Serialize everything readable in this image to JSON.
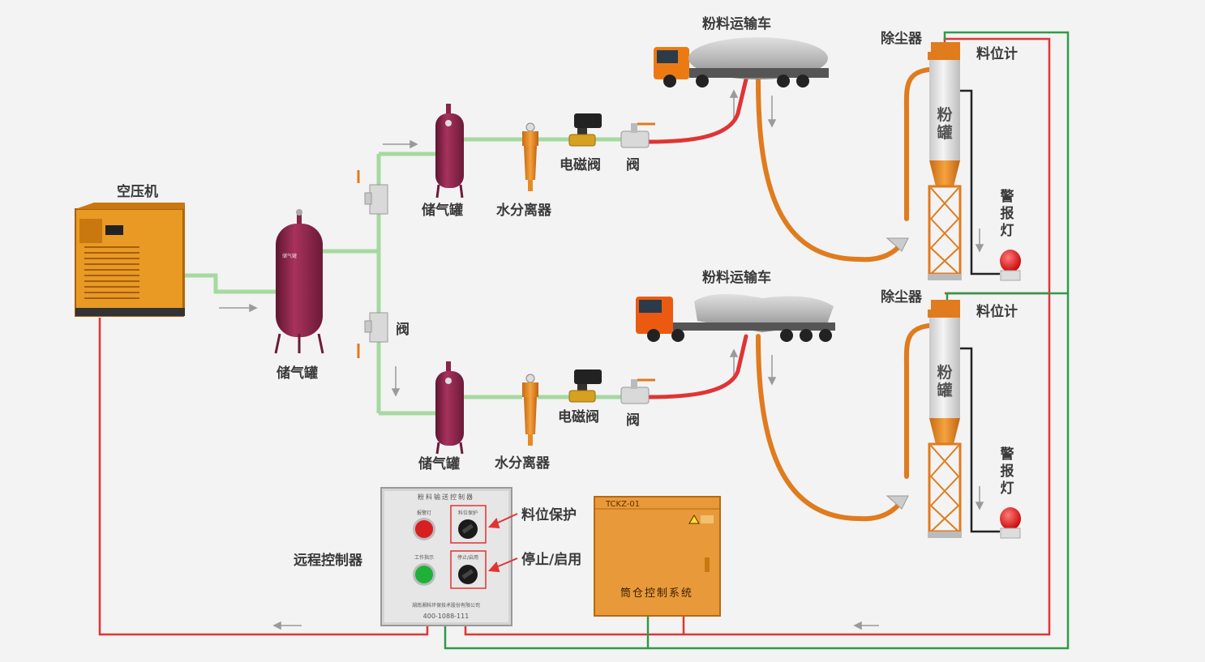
{
  "labels": {
    "compressor": "空压机",
    "main_tank": "储气罐",
    "valve_mid": "阀",
    "tank_top": "储气罐",
    "separator_top": "水分离器",
    "solenoid_top": "电磁阀",
    "valve_top": "阀",
    "tank_bottom": "储气罐",
    "separator_bottom": "水分离器",
    "solenoid_bottom": "电磁阀",
    "valve_bottom": "阀",
    "truck_top": "粉料运输车",
    "truck_bottom": "粉料运输车",
    "dust_top": "除尘器",
    "level_top": "料位计",
    "silo_top": "粉罐",
    "alarm_top": "警报灯",
    "dust_bottom": "除尘器",
    "level_bottom": "料位计",
    "silo_bottom": "粉罐",
    "alarm_bottom": "警报灯",
    "remote_controller": "远程控制器",
    "level_protect": "料位保护",
    "stop_start": "停止/启用"
  },
  "panel": {
    "title": "粉料输送控制器",
    "phone": "400-1088-111",
    "company": "湖南湘科环保技术股份有限公司",
    "red_caption": "报警灯",
    "green_caption": "工作指示",
    "knob1_caption": "料位保护",
    "knob2_caption": "停止/启用"
  },
  "cabinet": {
    "model": "TCKZ-01",
    "name": "筒仓控制系统"
  },
  "colors": {
    "air_pipe": "#a6d9a0",
    "hose": "#e07b1e",
    "red_wire": "#e03434",
    "green_wire": "#2f9a4a",
    "tank": "#8a2448",
    "orange": "#e88a22"
  }
}
